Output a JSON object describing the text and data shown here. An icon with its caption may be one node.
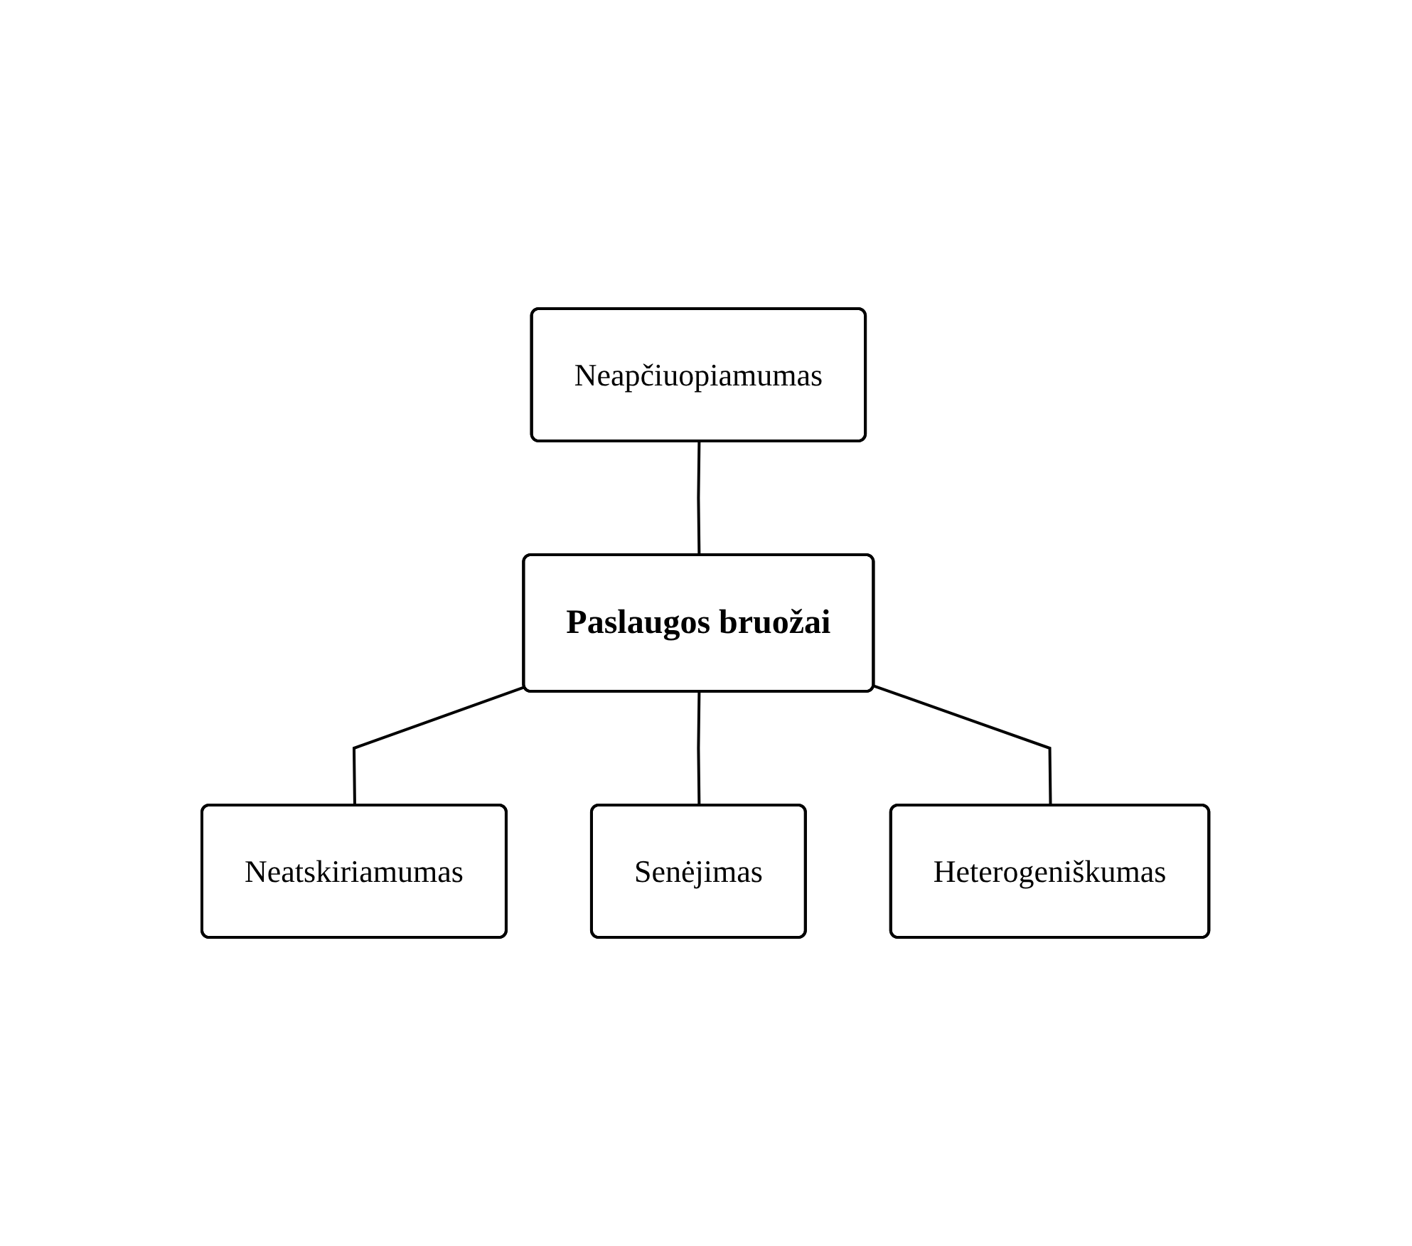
{
  "diagram": {
    "nodes": [
      {
        "text": [
          "Neatskiriamumas"
        ]
      },
      {
        "text": [
          "Neapčiuopiamumas"
        ]
      },
      {
        "text": [
          "Paslaugos bruožai"
        ]
      },
      {
        "text": [
          "Senėjimas"
        ]
      },
      {
        "text": [
          "Heterogeniškumas"
        ]
      }
    ],
    "edges": [
      {
        "from": 2,
        "to": 0,
        "arrow": "none"
      },
      {
        "from": 1,
        "to": 2,
        "arrow": "none"
      },
      {
        "from": 2,
        "to": 3,
        "arrow": "none"
      },
      {
        "from": 2,
        "to": 4,
        "arrow": "none"
      }
    ]
  }
}
